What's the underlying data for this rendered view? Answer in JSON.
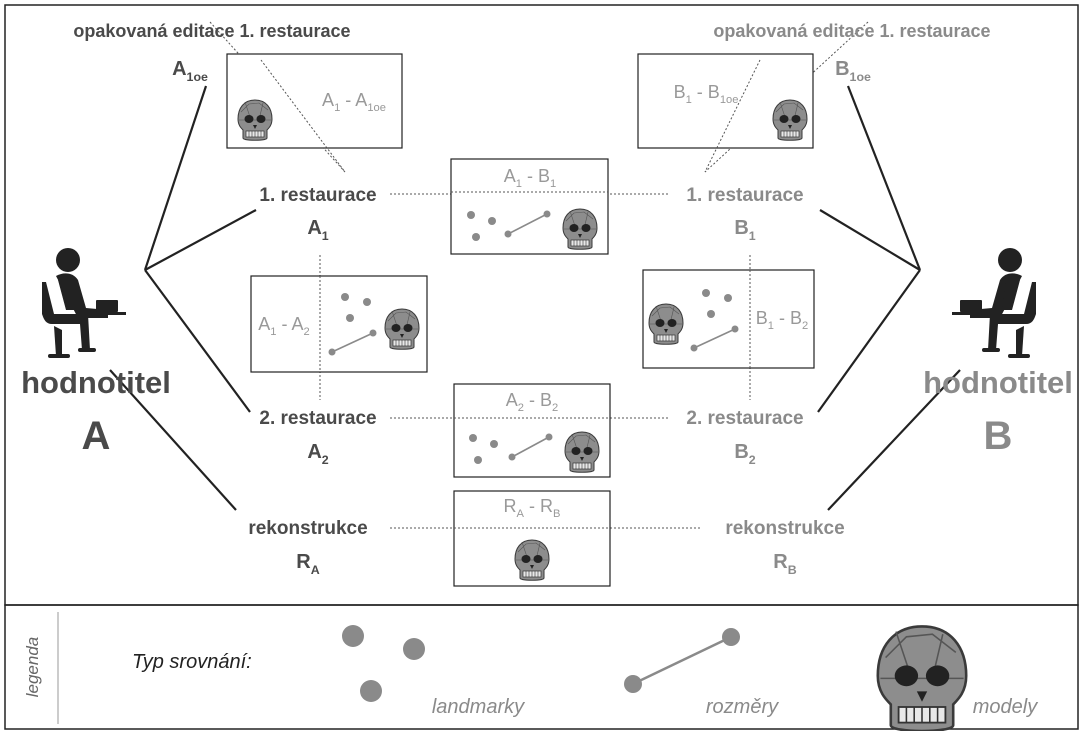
{
  "top_left_title": "opakovaná editace 1. restaurace",
  "top_right_title": "opakovaná editace 1. restaurace",
  "left": {
    "a1oe": {
      "main": "A",
      "sub": "1oe"
    },
    "restoration1": "1. restaurace",
    "a1": {
      "main": "A",
      "sub": "1"
    },
    "restoration2": "2. restaurace",
    "a2": {
      "main": "A",
      "sub": "2"
    },
    "reconstruction": "rekonstrukce",
    "ra": {
      "main": "R",
      "sub": "A"
    },
    "evaluator": "hodnotitel",
    "evaluator_letter": "A"
  },
  "right": {
    "b1oe": {
      "main": "B",
      "sub": "1oe"
    },
    "restoration1": "1. restaurace",
    "b1": {
      "main": "B",
      "sub": "1"
    },
    "restoration2": "2. restaurace",
    "b2": {
      "main": "B",
      "sub": "2"
    },
    "reconstruction": "rekonstrukce",
    "rb": {
      "main": "R",
      "sub": "B"
    },
    "evaluator": "hodnotitel",
    "evaluator_letter": "B"
  },
  "boxes": {
    "a1_a1oe": {
      "p1": "A",
      "s1": "1",
      "p2": "A",
      "s2": "1oe"
    },
    "b1_b1oe": {
      "p1": "B",
      "s1": "1",
      "p2": "B",
      "s2": "1oe"
    },
    "a1_b1": {
      "p1": "A",
      "s1": "1",
      "p2": "B",
      "s2": "1"
    },
    "a1_a2": {
      "p1": "A",
      "s1": "1",
      "p2": "A",
      "s2": "2"
    },
    "b1_b2": {
      "p1": "B",
      "s1": "1",
      "p2": "B",
      "s2": "2"
    },
    "a2_b2": {
      "p1": "A",
      "s1": "2",
      "p2": "B",
      "s2": "2"
    },
    "ra_rb": {
      "p1": "R",
      "s1": "A",
      "p2": "R",
      "s2": "B"
    }
  },
  "legend": {
    "title": "legenda",
    "comparison_type": "Typ srovnání:",
    "landmarks": "landmarky",
    "dimensions": "rozměry",
    "models": "modely"
  },
  "colors": {
    "dark": "#4a4a4a",
    "gray": "#8a8a8a",
    "line": "#222222"
  }
}
